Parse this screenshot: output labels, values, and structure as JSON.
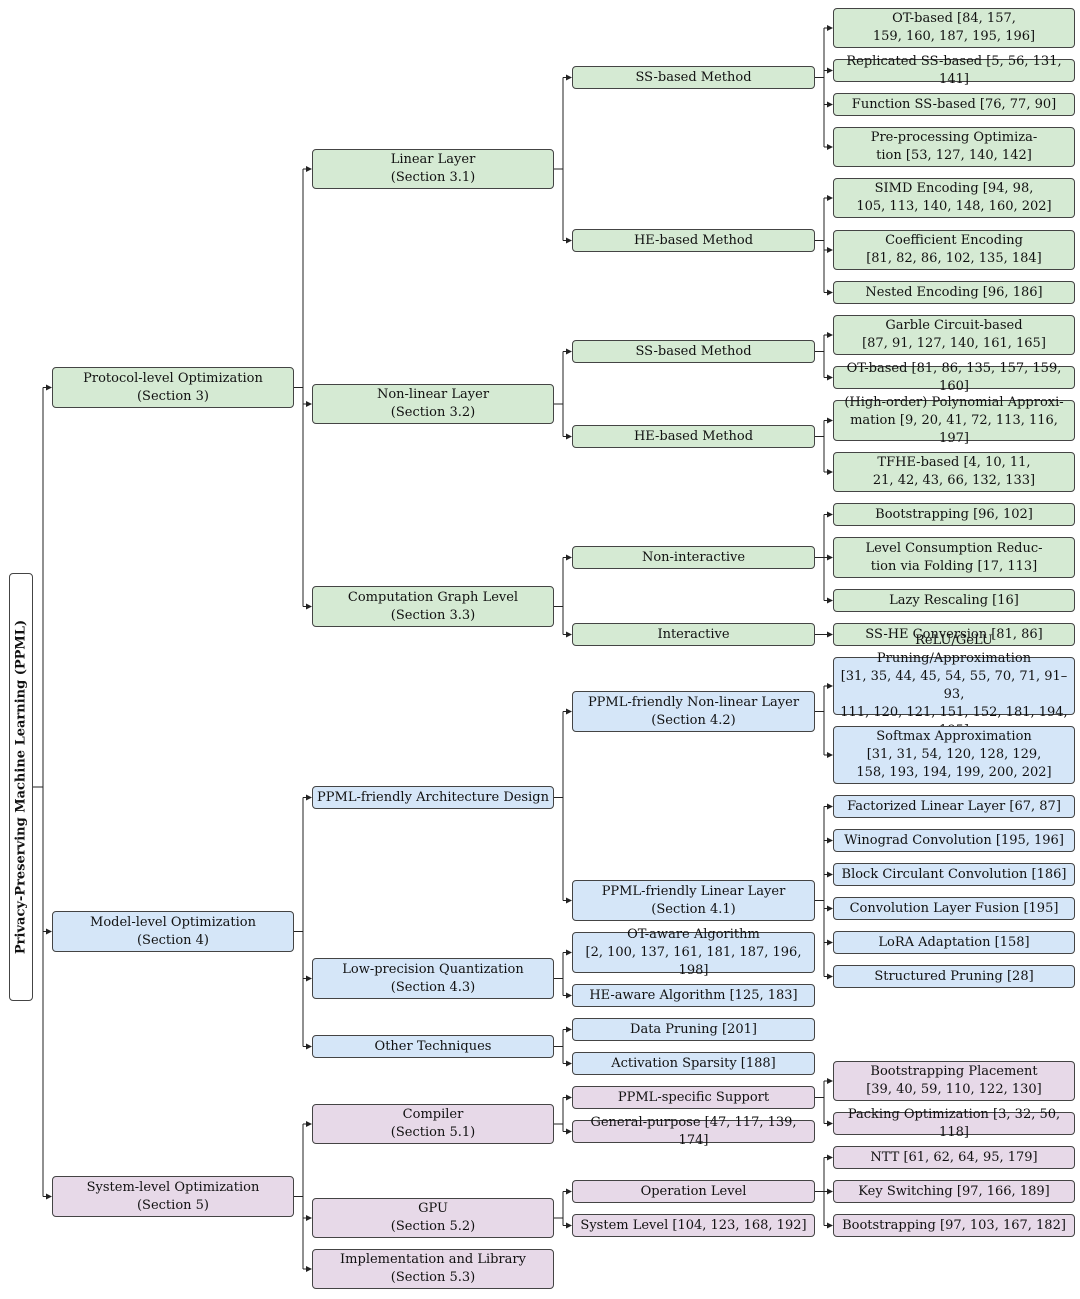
{
  "root": {
    "label": "Privacy-Preserving Machine Learning (PPML)"
  },
  "nodes": [
    {
      "id": "protocol",
      "title": "Protocol-level Optimization",
      "ref": "(Section 3)",
      "color": "#d5ead3"
    },
    {
      "id": "model",
      "title": "Model-level Optimization",
      "ref": "(Section 4)",
      "color": "#d5e6f8"
    },
    {
      "id": "system",
      "title": "System-level Optimization",
      "ref": "(Section 5)",
      "color": "#e7d9e8"
    },
    {
      "id": "linear",
      "title": "Linear Layer",
      "ref": "(Section 3.1)"
    },
    {
      "id": "nonlinear",
      "title": "Non-linear Layer",
      "ref": "(Section 3.2)"
    },
    {
      "id": "graph",
      "title": "Computation Graph Level",
      "ref": "(Section 3.3)"
    },
    {
      "id": "lin-ss",
      "title": "SS-based Method"
    },
    {
      "id": "lin-he",
      "title": "HE-based Method"
    },
    {
      "id": "nl-ss",
      "title": "SS-based Method"
    },
    {
      "id": "nl-he",
      "title": "HE-based Method"
    },
    {
      "id": "noninteractive",
      "title": "Non-interactive"
    },
    {
      "id": "interactive",
      "title": "Interactive"
    },
    {
      "id": "ot-based-1",
      "title": "OT-based [84, 157,",
      "ref": "159, 160, 187, 195, 196]"
    },
    {
      "id": "replicated-ss",
      "title": "Replicated SS-based [5, 56, 131, 141]"
    },
    {
      "id": "function-ss",
      "title": "Function SS-based [76, 77, 90]"
    },
    {
      "id": "preprocessing",
      "title": "Pre-processing Optimiza-",
      "ref": "tion [53, 127, 140, 142]"
    },
    {
      "id": "simd",
      "title": "SIMD Encoding [94, 98,",
      "ref": "105, 113, 140, 148, 160, 202]"
    },
    {
      "id": "coefficient",
      "title": "Coefficient Encoding",
      "ref": "[81, 82, 86, 102, 135, 184]"
    },
    {
      "id": "nested",
      "title": "Nested Encoding [96, 186]"
    },
    {
      "id": "garble",
      "title": "Garble Circuit-based",
      "ref": "[87, 91, 127, 140, 161, 165]"
    },
    {
      "id": "ot-based-2",
      "title": "OT-based [81, 86, 135, 157, 159, 160]"
    },
    {
      "id": "poly",
      "title": "(High-order) Polynomial Approxi-",
      "ref": "mation [9, 20, 41, 72, 113, 116, 197]"
    },
    {
      "id": "tfhe",
      "title": "TFHE-based [4, 10, 11,",
      "ref": "21, 42, 43, 66, 132, 133]"
    },
    {
      "id": "bootstrapping-1",
      "title": "Bootstrapping [96, 102]"
    },
    {
      "id": "level-consumption",
      "title": "Level Consumption Reduc-",
      "ref": "tion via Folding [17, 113]"
    },
    {
      "id": "lazy-rescaling",
      "title": "Lazy Rescaling [16]"
    },
    {
      "id": "ss-he-conversion",
      "title": "SS-HE Conversion [81, 86]"
    },
    {
      "id": "arch-design",
      "title": "PPML-friendly Architecture Design"
    },
    {
      "id": "low-precision",
      "title": "Low-precision Quantization",
      "ref": "(Section 4.3)"
    },
    {
      "id": "other-tech",
      "title": "Other Techniques"
    },
    {
      "id": "friendly-nonlinear",
      "title": "PPML-friendly Non-linear Layer",
      "ref": "(Section 4.2)"
    },
    {
      "id": "friendly-linear",
      "title": "PPML-friendly Linear Layer",
      "ref": "(Section 4.1)"
    },
    {
      "id": "ot-aware",
      "title": "OT-aware Algorithm",
      "ref": "[2, 100, 137, 161, 181, 187, 196, 198]"
    },
    {
      "id": "he-aware",
      "title": "HE-aware Algorithm [125, 183]"
    },
    {
      "id": "data-pruning",
      "title": "Data Pruning [201]"
    },
    {
      "id": "activation-sparsity",
      "title": "Activation Sparsity [188]"
    },
    {
      "id": "relu-gelu",
      "title": "ReLU/GeLU Pruning/Approximation",
      "ref": "[31, 35, 44, 45, 54, 55, 70, 71, 91–93,",
      "ref2": "111, 120, 121, 151, 152, 181, 194, 195]"
    },
    {
      "id": "softmax",
      "title": "Softmax Approximation",
      "ref": "[31, 31, 54, 120, 128, 129,",
      "ref2": "158, 193, 194, 199, 200, 202]"
    },
    {
      "id": "factorized",
      "title": "Factorized Linear Layer [67, 87]"
    },
    {
      "id": "winograd",
      "title": "Winograd Convolution [195, 196]"
    },
    {
      "id": "block-circulant",
      "title": "Block Circulant Convolution [186]"
    },
    {
      "id": "conv-fusion",
      "title": "Convolution Layer Fusion [195]"
    },
    {
      "id": "lora",
      "title": "LoRA Adaptation [158]"
    },
    {
      "id": "structured-pruning",
      "title": "Structured Pruning [28]"
    },
    {
      "id": "compiler",
      "title": "Compiler",
      "ref": "(Section 5.1)"
    },
    {
      "id": "gpu",
      "title": "GPU",
      "ref": "(Section 5.2)"
    },
    {
      "id": "impl-library",
      "title": "Implementation and Library",
      "ref": "(Section 5.3)"
    },
    {
      "id": "ppml-specific",
      "title": "PPML-specific Support"
    },
    {
      "id": "general-purpose",
      "title": "General-purpose [47, 117, 139, 174]"
    },
    {
      "id": "operation-level",
      "title": "Operation Level"
    },
    {
      "id": "system-level",
      "title": "System Level [104, 123, 168, 192]"
    },
    {
      "id": "bootstrap-placement",
      "title": "Bootstrapping Placement",
      "ref": "[39, 40, 59, 110, 122, 130]"
    },
    {
      "id": "packing",
      "title": "Packing Optimization [3, 32, 50, 118]"
    },
    {
      "id": "ntt",
      "title": "NTT [61, 62, 64, 95, 179]"
    },
    {
      "id": "key-switching",
      "title": "Key Switching [97, 166, 189]"
    },
    {
      "id": "bootstrapping-2",
      "title": "Bootstrapping [97, 103, 167, 182]"
    }
  ]
}
